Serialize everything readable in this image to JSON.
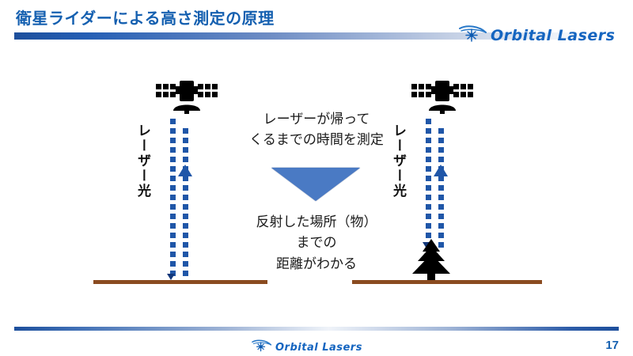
{
  "slide": {
    "title": "衛星ライダーによる高さ測定の原理",
    "page_number": "17"
  },
  "brand": {
    "name": "Orbital Lasers",
    "logo_icon": "orbit-star-icon",
    "accent_color": "#1560b0",
    "rule_color": "#1d4f9c"
  },
  "diagram": {
    "laser_label_left": "レーザー光",
    "laser_label_right": "レーザー光",
    "caption_top": "レーザーが帰って\nくるまでの時間を測定",
    "caption_bottom": "反射した場所（物）\nまでの\n距離がわかる",
    "arrow_icon": "down-triangle-icon",
    "satellite_left_icon": "satellite-icon",
    "satellite_right_icon": "satellite-icon",
    "tree_icon": "conifer-tree-icon",
    "ground_icon": "ground-line",
    "beam_color": "#1f56a8",
    "ground_color": "#8a4b20",
    "triangle_color": "#4a7ac4"
  }
}
